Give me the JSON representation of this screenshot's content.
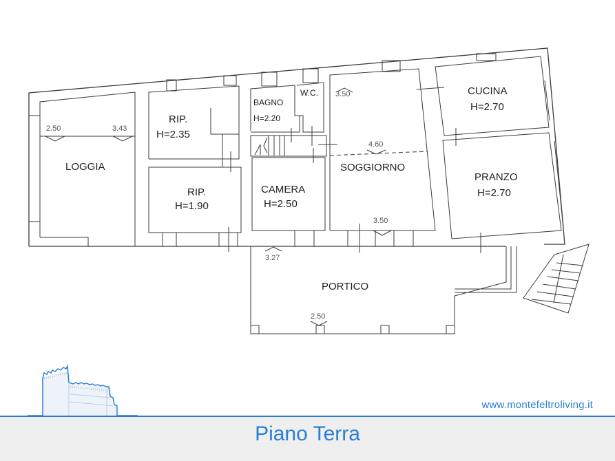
{
  "floor_plan": {
    "title": "Piano Terra",
    "website": "www.montefeltroliving.it",
    "rooms": [
      {
        "id": "loggia",
        "name": "LOGGIA",
        "height": ""
      },
      {
        "id": "rip1",
        "name": "RIP.",
        "height": "H=2.35"
      },
      {
        "id": "rip2",
        "name": "RIP.",
        "height": "H=1.90"
      },
      {
        "id": "bagno",
        "name": "BAGNO",
        "height": "H=2.20"
      },
      {
        "id": "wc",
        "name": "W.C.",
        "height": ""
      },
      {
        "id": "camera",
        "name": "CAMERA",
        "height": "H=2.50"
      },
      {
        "id": "soggiorno",
        "name": "SOGGIORNO",
        "height": ""
      },
      {
        "id": "cucina",
        "name": "CUCINA",
        "height": "H=2.70"
      },
      {
        "id": "pranzo",
        "name": "PRANZO",
        "height": "H=2.70"
      },
      {
        "id": "portico",
        "name": "PORTICO",
        "height": ""
      }
    ],
    "dimensions": {
      "loggia_left": "2.50",
      "loggia_right": "3.43",
      "soggiorno_top": "3.50",
      "soggiorno_mid": "4.60",
      "soggiorno_bottom": "3.50",
      "portico_top": "3.27",
      "portico_bottom": "2.50"
    },
    "colors": {
      "accent": "#2a7fd4",
      "walls": "#3a3a3a",
      "footer_bg": "#efeff0"
    }
  }
}
